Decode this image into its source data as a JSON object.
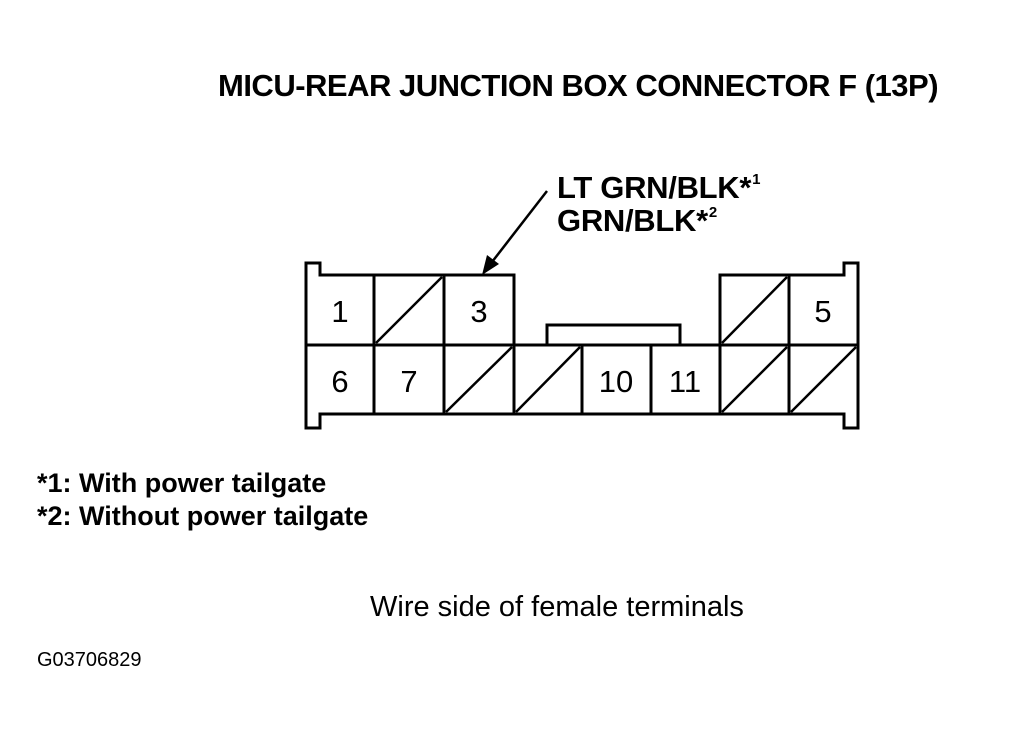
{
  "title": "MICU-REAR JUNCTION BOX CONNECTOR F (13P)",
  "callout": {
    "line1": "LT GRN/BLK*",
    "line1_mark": "1",
    "line2": "GRN/BLK*",
    "line2_mark": "2",
    "terminal": "3"
  },
  "connector": {
    "top_row": [
      {
        "id": "1",
        "label": "1",
        "used": true
      },
      {
        "id": "2",
        "label": "",
        "used": false
      },
      {
        "id": "3",
        "label": "3",
        "used": true
      },
      {
        "id": "4",
        "label": "",
        "used": false
      },
      {
        "id": "5",
        "label": "5",
        "used": true
      }
    ],
    "bottom_row": [
      {
        "id": "6",
        "label": "6",
        "used": true
      },
      {
        "id": "7",
        "label": "7",
        "used": true
      },
      {
        "id": "8",
        "label": "",
        "used": false
      },
      {
        "id": "9",
        "label": "",
        "used": false
      },
      {
        "id": "10",
        "label": "10",
        "used": true
      },
      {
        "id": "11",
        "label": "11",
        "used": true
      },
      {
        "id": "12",
        "label": "",
        "used": false
      },
      {
        "id": "13",
        "label": "",
        "used": false
      }
    ]
  },
  "notes": [
    "*1: With power tailgate",
    "*2: Without power tailgate"
  ],
  "caption": "Wire side of female terminals",
  "code": "G03706829"
}
